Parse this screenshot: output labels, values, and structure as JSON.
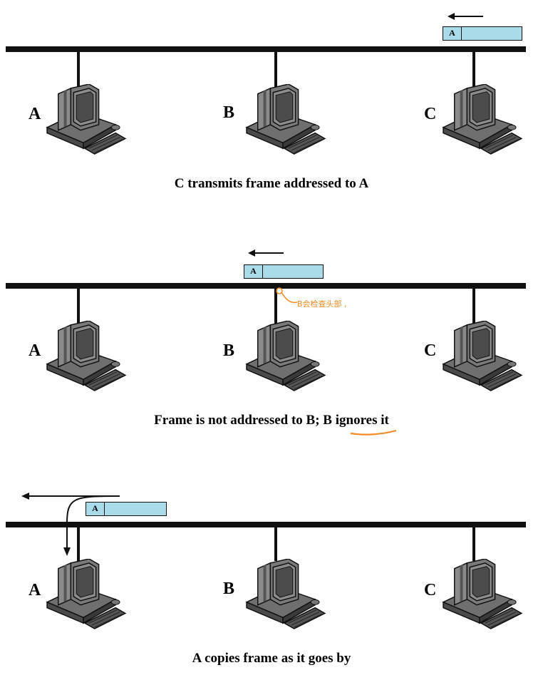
{
  "panels": [
    {
      "nodes": [
        "A",
        "B",
        "C"
      ],
      "frame_address": "A",
      "caption": "C transmits frame addressed to A"
    },
    {
      "nodes": [
        "A",
        "B",
        "C"
      ],
      "frame_address": "A",
      "caption_parts": [
        "Frame is not addressed to B; B ",
        "ignores",
        " it"
      ],
      "annotation": "B会检查头部 ,"
    },
    {
      "nodes": [
        "A",
        "B",
        "C"
      ],
      "frame_address": "A",
      "caption": "A copies frame as it goes by"
    }
  ],
  "colors": {
    "bus": "#111111",
    "frame_fill": "#a9dbe9",
    "annotation": "#f08a24"
  },
  "icons": [
    "computer-icon",
    "left-arrow-icon"
  ]
}
